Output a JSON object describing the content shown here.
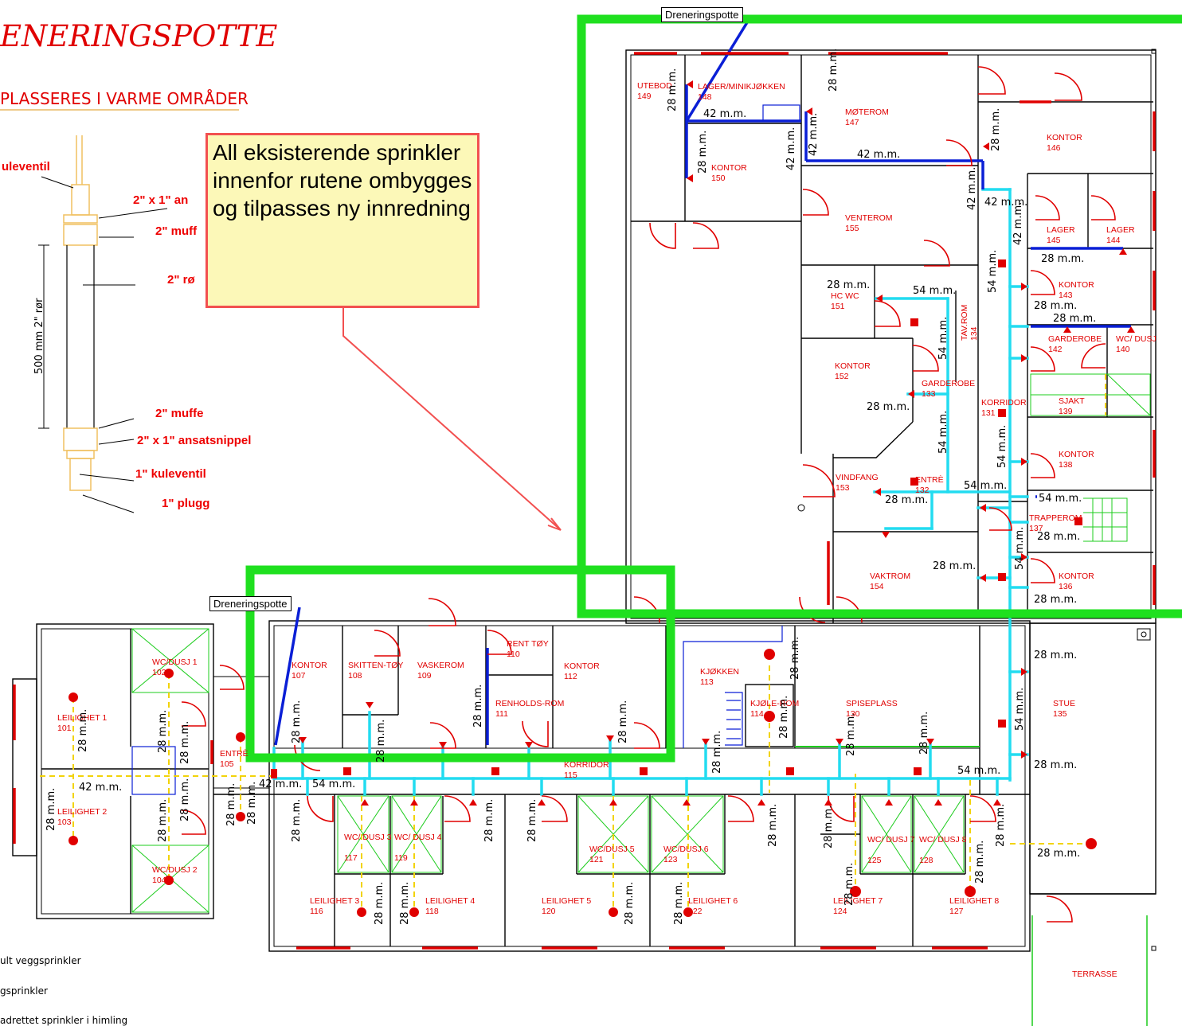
{
  "title": "ENERINGSPOTTE",
  "subtitle": "PLASSERES I VARME OMRÅDER",
  "note": "All eksisterende sprinkler innenfor rutene ombygges og tilpasses ny innredning",
  "callouts": {
    "top": "Dreneringspotte",
    "bottom": "Dreneringspotte"
  },
  "detail": {
    "vertical_label": "500 mm 2\" rør",
    "labels": [
      "uleventil",
      "2\" x 1\" an",
      "2\" muff",
      "2\" rø",
      "2\" muffe",
      "2\" x 1\" ansatsnippel",
      "1\" kuleventil",
      "1\" plugg"
    ]
  },
  "rooms": [
    {
      "name": "UTEBOD",
      "no": "149"
    },
    {
      "name": "LAGER/MINIKJØKKEN",
      "no": "148"
    },
    {
      "name": "MØTEROM",
      "no": "147"
    },
    {
      "name": "KONTOR",
      "no": "150"
    },
    {
      "name": "KONTOR",
      "no": "146"
    },
    {
      "name": "VENTEROM",
      "no": "155"
    },
    {
      "name": "LAGER",
      "no": "145"
    },
    {
      "name": "LAGER",
      "no": "144"
    },
    {
      "name": "HC WC",
      "no": "151"
    },
    {
      "name": "TAV.ROM",
      "no": "134"
    },
    {
      "name": "KONTOR",
      "no": "143"
    },
    {
      "name": "GARDEROBE",
      "no": "142"
    },
    {
      "name": "WC/ DUSJ",
      "no": "140"
    },
    {
      "name": "KONTOR",
      "no": "152"
    },
    {
      "name": "GARDEROBE",
      "no": "133"
    },
    {
      "name": "KORRIDOR",
      "no": "131"
    },
    {
      "name": "SJAKT",
      "no": "139"
    },
    {
      "name": "KONTOR",
      "no": "138"
    },
    {
      "name": "VINDFANG",
      "no": "153"
    },
    {
      "name": "ENTRÈ",
      "no": "132"
    },
    {
      "name": "TRAPPEROM",
      "no": "137"
    },
    {
      "name": "VAKTROM",
      "no": "154"
    },
    {
      "name": "KONTOR",
      "no": "136"
    },
    {
      "name": "KONTOR",
      "no": "107"
    },
    {
      "name": "SKITTEN-TØY",
      "no": "108"
    },
    {
      "name": "VASKEROM",
      "no": "109"
    },
    {
      "name": "RENT TØY",
      "no": "110"
    },
    {
      "name": "RENHOLDS-ROM",
      "no": "111"
    },
    {
      "name": "KONTOR",
      "no": "112"
    },
    {
      "name": "KJØKKEN",
      "no": "113"
    },
    {
      "name": "KJØLE-ROM",
      "no": "114"
    },
    {
      "name": "SPISEPLASS",
      "no": "130"
    },
    {
      "name": "STUE",
      "no": "135"
    },
    {
      "name": "WC/DUSJ 1",
      "no": "102"
    },
    {
      "name": "LEILIGHET 1",
      "no": "101"
    },
    {
      "name": "ENTRÈ",
      "no": "105"
    },
    {
      "name": "KORRIDOR",
      "no": "115"
    },
    {
      "name": "LEILIGHET 2",
      "no": "103"
    },
    {
      "name": "WC/DUSJ 2",
      "no": "104"
    },
    {
      "name": "WC/ DUSJ 3",
      "no": "117"
    },
    {
      "name": "WC/ DUSJ 4",
      "no": "119"
    },
    {
      "name": "WC/DUSJ 5",
      "no": "121"
    },
    {
      "name": "WC/DUSJ 6",
      "no": "123"
    },
    {
      "name": "WC/ DUSJ 7",
      "no": "125"
    },
    {
      "name": "WC/ DUSJ 8",
      "no": "128"
    },
    {
      "name": "LEILIGHET 3",
      "no": "116"
    },
    {
      "name": "LEILIGHET 4",
      "no": "118"
    },
    {
      "name": "LEILIGHET 5",
      "no": "120"
    },
    {
      "name": "LEILIGHET 6",
      "no": "122"
    },
    {
      "name": "LEILIGHET 7",
      "no": "124"
    },
    {
      "name": "LEILIGHET 8",
      "no": "127"
    },
    {
      "name": "TERRASSE",
      "no": ""
    }
  ],
  "pipe_labels": {
    "p28": "28 m.m.",
    "p42": "42 m.m.",
    "p54": "54 m.m."
  },
  "legend": [
    "ult veggsprinkler",
    "gsprinkler",
    "adrettet sprinkler i himling"
  ],
  "colors": {
    "zone": "#1fe01f",
    "pipe_main": "#22dcf0",
    "pipe_42": "#0a1fd6",
    "sprinkler": "#e00000",
    "note_bg": "#fcf8b8",
    "arrow": "#f25050"
  }
}
